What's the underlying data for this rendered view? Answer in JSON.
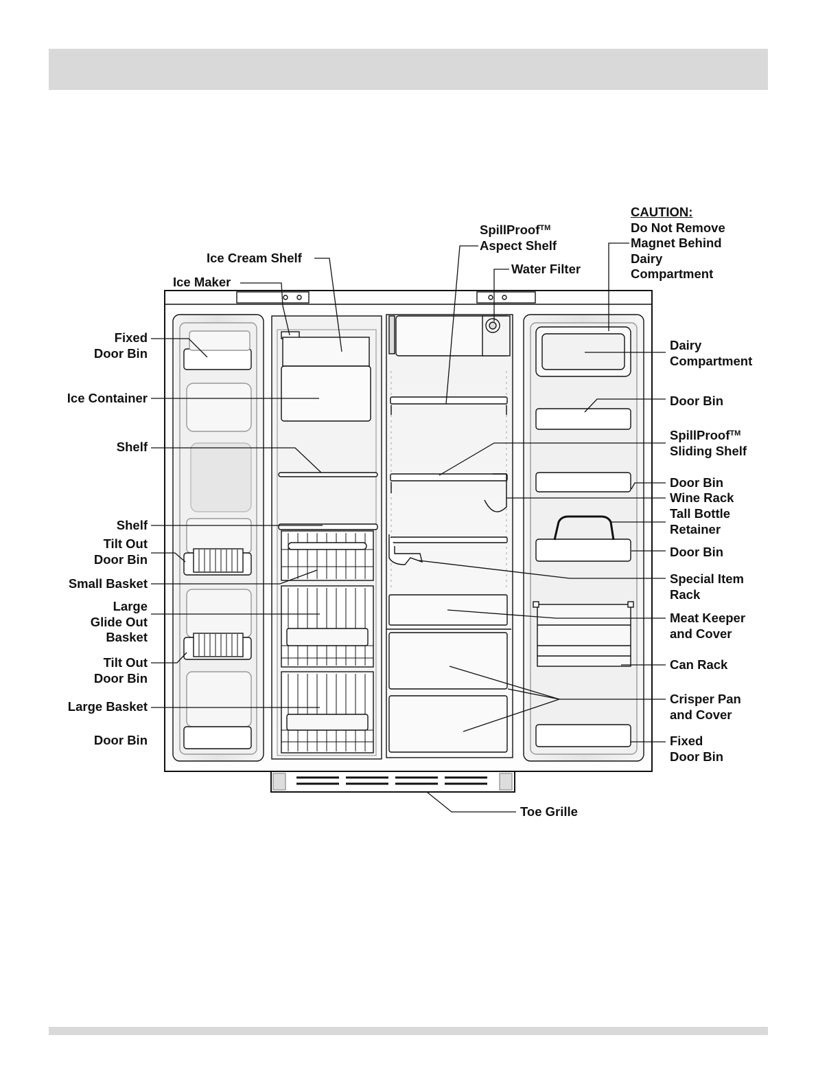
{
  "header": {
    "title": ""
  },
  "diagram": {
    "labels": {
      "fixed_door_bin_left": [
        "Fixed",
        "Door Bin"
      ],
      "ice_container": [
        "Ice Container"
      ],
      "shelf_upper": [
        "Shelf"
      ],
      "shelf_lower": [
        "Shelf"
      ],
      "tilt_out_door_bin_upper": [
        "Tilt Out",
        "Door Bin"
      ],
      "small_basket": [
        "Small Basket"
      ],
      "large_glide_out_basket": [
        "Large",
        "Glide Out",
        "Basket"
      ],
      "tilt_out_door_bin_lower": [
        "Tilt Out",
        "Door Bin"
      ],
      "large_basket": [
        "Large Basket"
      ],
      "door_bin_left_bottom": [
        "Door Bin"
      ],
      "ice_maker": [
        "Ice Maker"
      ],
      "ice_cream_shelf": [
        "Ice Cream Shelf"
      ],
      "spillproof_aspect_shelf": {
        "line1": "SpillProof",
        "tm": "TM",
        "line2": "Aspect Shelf"
      },
      "water_filter": [
        "Water Filter"
      ],
      "caution": {
        "heading": "CAUTION:",
        "lines": [
          "Do Not Remove",
          "Magnet Behind",
          "Dairy",
          "Compartment"
        ]
      },
      "dairy_compartment": [
        "Dairy",
        "Compartment"
      ],
      "door_bin_right_1": [
        "Door Bin"
      ],
      "spillproof_sliding_shelf": {
        "line1": "SpillProof",
        "tm": "TM",
        "line2": "Sliding Shelf"
      },
      "door_bin_right_2": [
        "Door Bin"
      ],
      "wine_rack": [
        "Wine Rack"
      ],
      "tall_bottle_retainer": [
        "Tall Bottle",
        "Retainer"
      ],
      "door_bin_right_3": [
        "Door Bin"
      ],
      "special_item_rack": [
        "Special Item",
        "Rack"
      ],
      "meat_keeper_and_cover": [
        "Meat Keeper",
        "and Cover"
      ],
      "can_rack": [
        "Can Rack"
      ],
      "crisper_pan_and_cover": [
        "Crisper Pan",
        "and Cover"
      ],
      "fixed_door_bin_right": [
        "Fixed",
        "Door Bin"
      ],
      "toe_grille": [
        "Toe Grille"
      ]
    }
  },
  "colors": {
    "band": "#d9d9d9",
    "line": "#111111",
    "panel": "#ececec"
  }
}
